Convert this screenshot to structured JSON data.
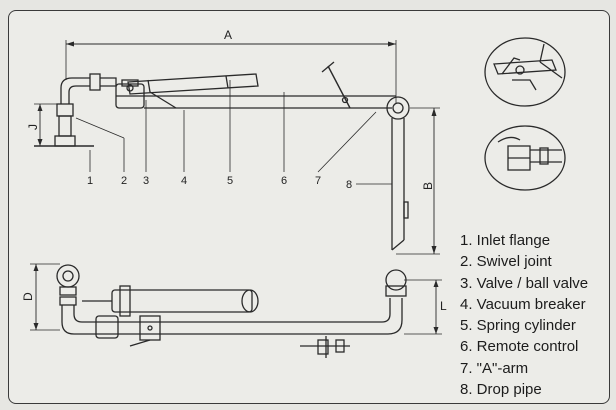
{
  "dimensions": {
    "a": "A",
    "b": "B",
    "d": "D",
    "j": "J",
    "l": "L"
  },
  "callouts": [
    "1",
    "2",
    "3",
    "4",
    "5",
    "6",
    "7",
    "8"
  ],
  "legend": [
    "1. Inlet flange",
    "2. Swivel joint",
    "3. Valve / ball valve",
    "4. Vacuum breaker",
    "5. Spring cylinder",
    "6. Remote control",
    "7. \"A\"-arm",
    "8. Drop pipe"
  ]
}
